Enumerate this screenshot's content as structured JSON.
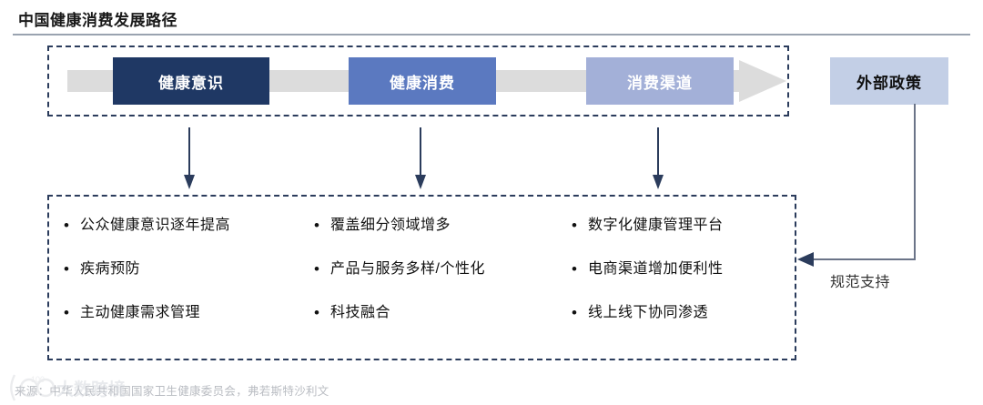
{
  "page": {
    "title": "中国健康消费发展路径"
  },
  "flow": {
    "stages": [
      {
        "label": "健康意识",
        "color": "#1f3864"
      },
      {
        "label": "健康消费",
        "color": "#5b79c0"
      },
      {
        "label": "消费渠道",
        "color": "#a3b0d8"
      }
    ],
    "track_color": "#dcdcdc",
    "border_color": "#2b3c5c"
  },
  "policy": {
    "label": "外部政策",
    "color": "#c3cfe6",
    "feedback_label": "规范支持"
  },
  "details": {
    "columns": [
      {
        "items": [
          "公众健康意识逐年提高",
          "疾病预防",
          "主动健康需求管理"
        ]
      },
      {
        "items": [
          "覆盖细分领域增多",
          "产品与服务多样/个性化",
          "科技融合"
        ]
      },
      {
        "items": [
          "数字化健康管理平台",
          "电商渠道增加便利性",
          "线上线下协同渗透"
        ]
      }
    ],
    "bullet_glyph": "•"
  },
  "footer": {
    "source": "来源：中华人民共和国国家卫生健康委员会，弗若斯特沙利文",
    "watermark": "100 大数跨境"
  }
}
